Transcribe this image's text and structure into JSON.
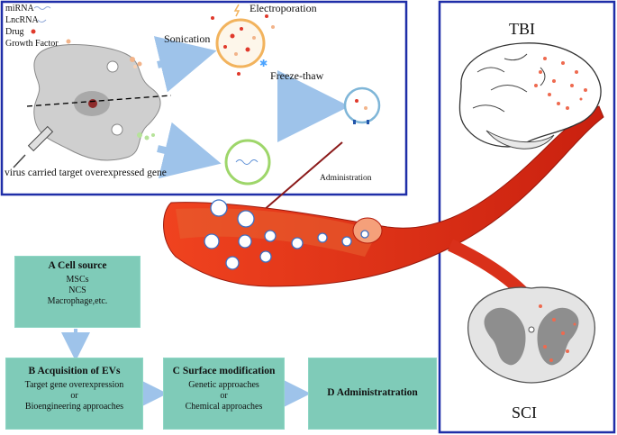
{
  "legend": {
    "mirna": "miRNA",
    "lncrna": "LncRNA",
    "drug": "Drug",
    "growth_factor": "Growth Factor"
  },
  "methods": {
    "sonication": "Sonication",
    "electroporation": "Electroporation",
    "freeze_thaw": "Freeze-thaw",
    "virus": "virus carried target overexpressed gene",
    "administration": "Administration"
  },
  "injury": {
    "tbi": "TBI",
    "sci": "SCI"
  },
  "steps": {
    "a": {
      "title": "A   Cell source",
      "lines": [
        "MSCs",
        "NCS",
        "Macrophage,etc."
      ]
    },
    "b": {
      "title": "B Acquisition of EVs",
      "lines": [
        "Target gene overexpression",
        "or",
        "Bioengineering approaches"
      ]
    },
    "c": {
      "title": "C Surface modification",
      "lines": [
        "Genetic approaches",
        "or",
        "Chemical approaches"
      ]
    },
    "d": {
      "title": "D Administratration"
    }
  },
  "colors": {
    "frame_blue": "#1f2ea8",
    "box_teal": "#7fcbb8",
    "arrow_blue": "#9ec3ea",
    "vessel_red": "#e8331c",
    "drug_red": "#e0392b",
    "gf_peach": "#f2b48a"
  }
}
